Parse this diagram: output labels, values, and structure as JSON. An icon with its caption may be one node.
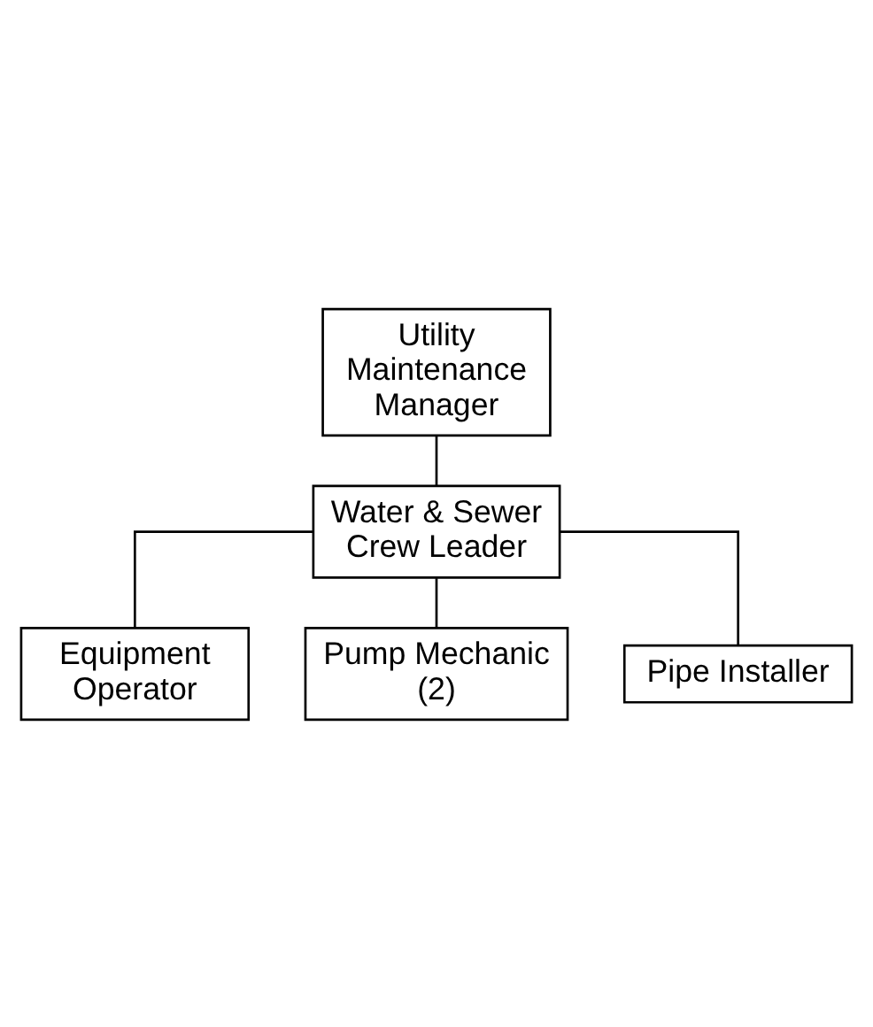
{
  "diagram": {
    "nodes": [
      {
        "text": [
          "Utility Maintenance Manager"
        ]
      },
      {
        "text": [
          "Water & Sewer Crew Leader"
        ]
      },
      {
        "text": [
          "Equipment Operator"
        ]
      },
      {
        "text": [
          "Pump Mechanic (2)"
        ]
      },
      {
        "text": [
          "Pipe Installer"
        ]
      }
    ],
    "edges": [
      {
        "from": 0,
        "to": 1,
        "arrow": "none"
      },
      {
        "from": 1,
        "to": 2,
        "arrow": "none"
      },
      {
        "from": 1,
        "to": 3,
        "arrow": "none"
      },
      {
        "from": 1,
        "to": 4,
        "arrow": "none"
      }
    ]
  }
}
